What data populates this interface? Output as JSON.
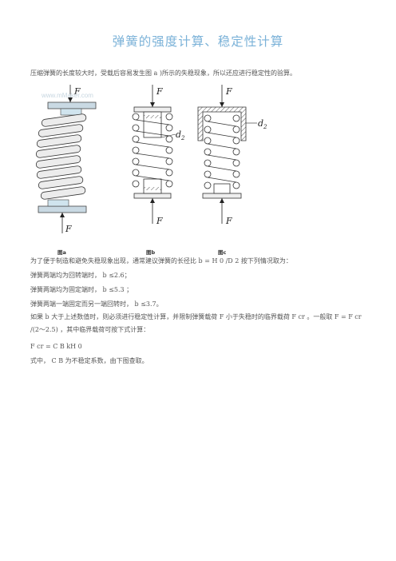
{
  "title": "弹簧的强度计算、稳定性计算",
  "intro": "压缩弹簧的长度较大时，受载后容易发生图 a )所示的失稳现象，所以还应进行稳定性的验算。",
  "figure": {
    "force_label": "F",
    "diameter_label": "d",
    "diameter_subscript": "2",
    "watermark": "www.mMaker.com",
    "captions": [
      "图a",
      "图b",
      "图c"
    ]
  },
  "lines": {
    "l1": "为了便于制造和避免失稳现象出现，通常建议弹簧的长径比 b = H 0 /D 2 按下列情况取为：",
    "l2": "弹簧两端均为回转端时，  b ≤2.6；",
    "l3": "弹簧两端均为固定端时，  b ≤5.3 ；",
    "l4": "弹簧两端一端固定而另一端回转时，   b ≤3.7。",
    "l5": "如果  b  大于上述数值时，则必须进行稳定性计算，并限制弹簧载荷   F  小于失稳时的临界载荷  F cr  。一般取   F = F cr /(2～2.5) ，其中临界载荷可按下式计算：",
    "l6": "F cr = C B kH 0",
    "l7": "式中，   C B  为不稳定系数，由下图查取。"
  }
}
